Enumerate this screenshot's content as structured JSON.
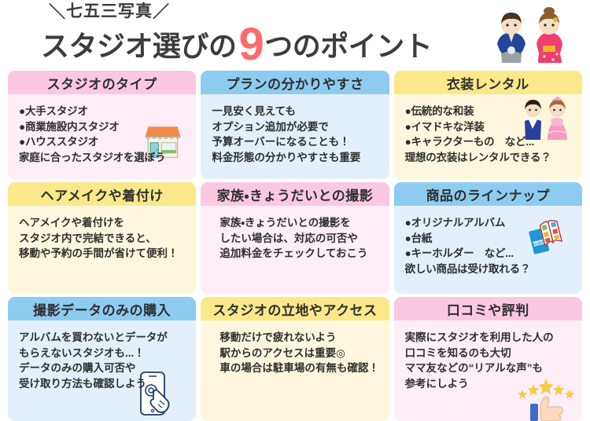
{
  "header": {
    "eyebrow": "七五三写真",
    "slash_left": "＼",
    "slash_right": "／",
    "title_part1": "スタジオ選びの",
    "title_number": "9",
    "title_part2": "つのポイント",
    "illustration": "two-kimono-children"
  },
  "colors": {
    "accent_red": "#ff6b6b",
    "text": "#2e2e2e",
    "pink_header": "#fbc8e2",
    "pink_body": "#fdeef7",
    "blue_header": "#8ecbf0",
    "blue_body": "#e3f0fb",
    "yellow_header": "#fbe88b",
    "yellow_body": "#fdf8dd"
  },
  "cards": [
    {
      "id": "studio-type",
      "theme": "pink",
      "title": "スタジオのタイプ",
      "body": "●大手スタジオ\n●商業施設内スタジオ\n●ハウススタジオ\n家庭に合ったスタジオを選ぼう",
      "icon": "storefront-icon",
      "indented": false
    },
    {
      "id": "plan-clarity",
      "theme": "blue",
      "title": "プランの分かりやすさ",
      "body": "一見安く見えても\nオプション追加が必要で\n予算オーバーになることも！\n料金形態の分かりやすさも重要",
      "icon": "",
      "indented": false
    },
    {
      "id": "costume-rental",
      "theme": "yellow",
      "title": "衣装レンタル",
      "body": "●伝統的な和装\n●イマドキな洋装\n●キャラクターもの　など...\n理想の衣装はレンタルできる？",
      "icon": "kids-costume-icon",
      "indented": false
    },
    {
      "id": "hair-makeup-dressing",
      "theme": "yellow",
      "title": "ヘアメイクや着付け",
      "body": "ヘアメイクや着付けを\nスタジオ内で完結できると、\n移動や予約の手間が省けて便利！",
      "icon": "",
      "indented": false
    },
    {
      "id": "family-sibling-photos",
      "theme": "pink",
      "title": "家族・きょうだいとの撮影",
      "body": "家族・きょうだいとの撮影を\nしたい場合は、対応の可否や\n追加料金をチェックしておこう",
      "icon": "",
      "indented": true
    },
    {
      "id": "product-lineup",
      "theme": "blue",
      "title": "商品のラインナップ",
      "body": "●オリジナルアルバム\n●台紙\n●キーホルダー　など...\n欲しい商品は受け取れる？",
      "icon": "photo-album-icon",
      "indented": false
    },
    {
      "id": "data-only-purchase",
      "theme": "blue",
      "title": "撮影データのみの購入",
      "body": "アルバムを買わないとデータが\nもらえないスタジオも...！\nデータのみの購入可否や\n受け取り方法も確認しよう",
      "icon": "smartphone-tap-icon",
      "indented": false
    },
    {
      "id": "location-access",
      "theme": "yellow",
      "title": "スタジオの立地やアクセス",
      "body": "移動だけで疲れないよう\n駅からのアクセスは重要◎\n車の場合は駐車場の有無も確認！",
      "icon": "",
      "indented": true
    },
    {
      "id": "reviews-reputation",
      "theme": "pink",
      "title": "口コミや評判",
      "body": "実際にスタジオを利用した人の\n口コミを知るのも大切\nママ友などの“リアルな声”も\n参考にしよう",
      "icon": "thumbs-up-stars-icon",
      "indented": false
    }
  ]
}
